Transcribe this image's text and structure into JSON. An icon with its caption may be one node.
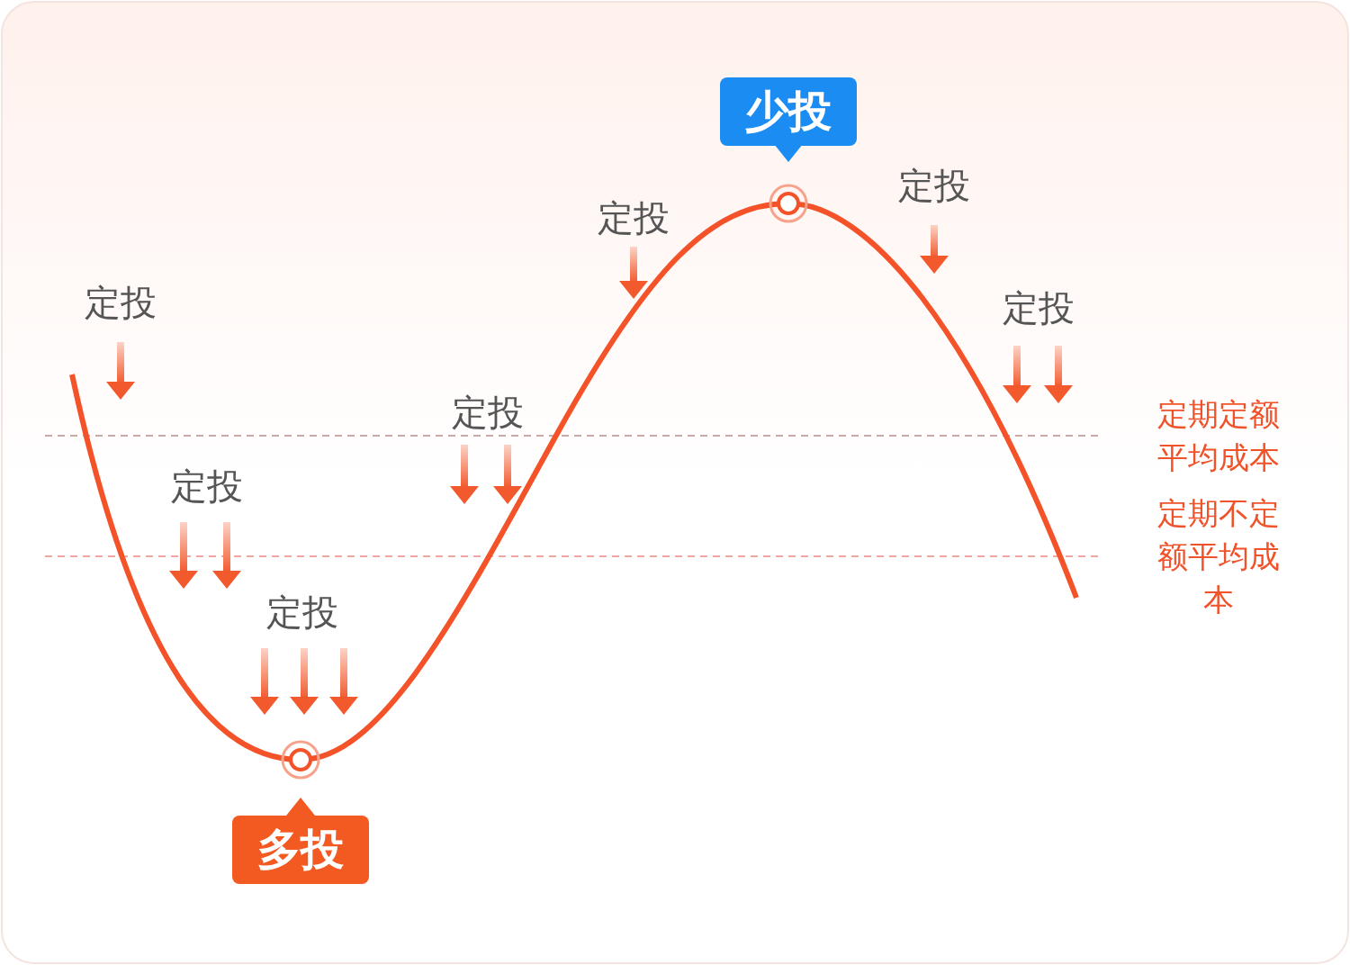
{
  "diagram": {
    "labels": [
      "少投",
      "定投",
      "定投",
      "定投",
      "定投",
      "定投",
      "定期定额平均成本",
      "定投",
      "定期不定额平均成本",
      "定投",
      "多投"
    ]
  }
}
